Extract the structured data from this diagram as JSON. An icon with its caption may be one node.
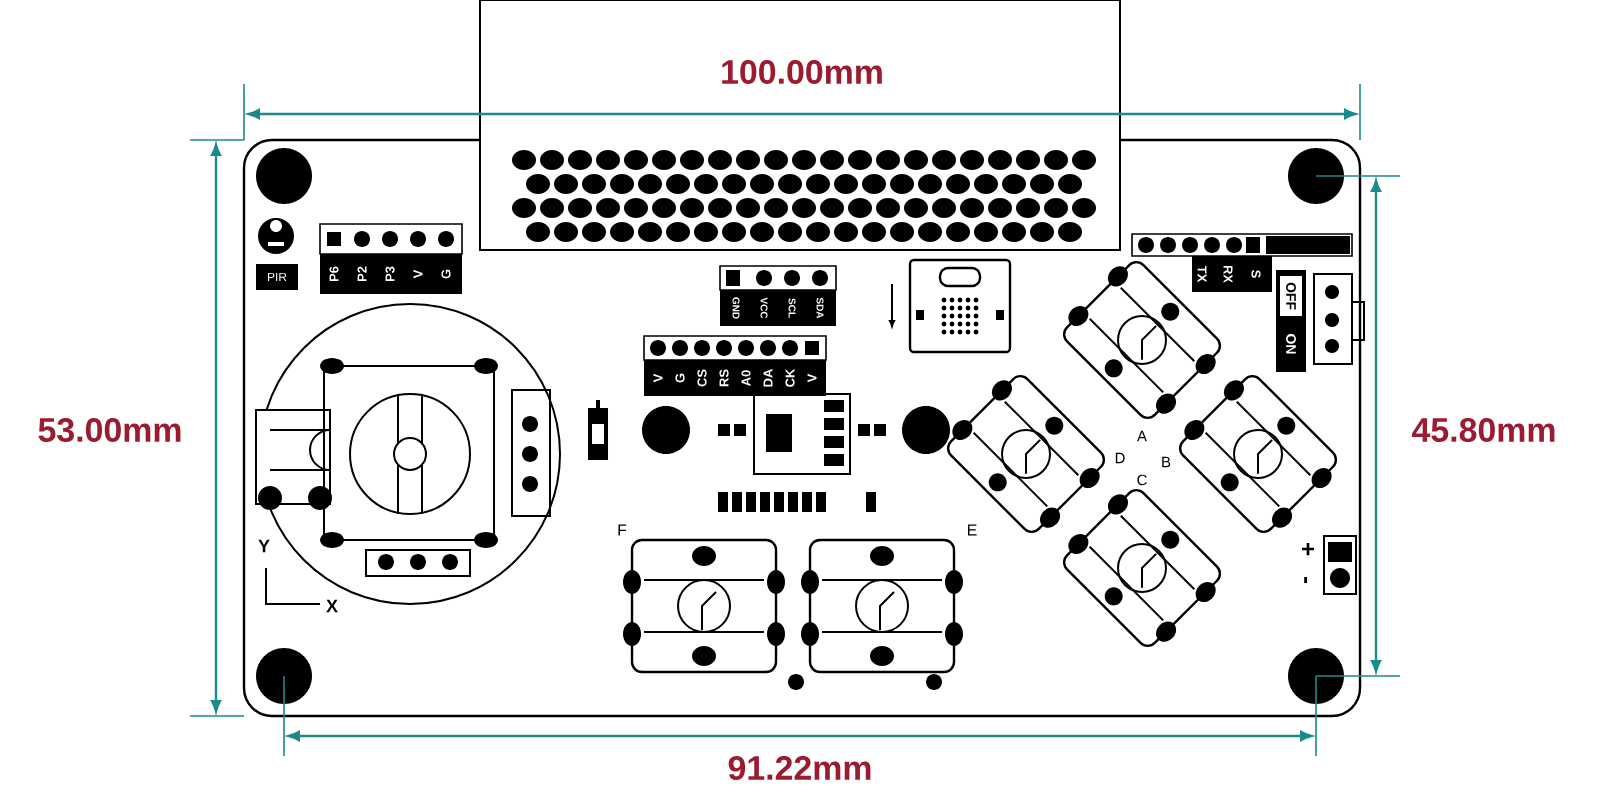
{
  "diagram": {
    "labels": [
      "100.00mm",
      "53.00mm",
      "45.80mm",
      "91.22mm",
      "PIR",
      "P6",
      "P2",
      "P3",
      "V",
      "G",
      "GND",
      "VCC",
      "SCL",
      "SDA",
      "V",
      "G",
      "CS",
      "RS",
      "A0",
      "DA",
      "CK",
      "V",
      "TX",
      "RX",
      "S",
      "OFF",
      "ON",
      "A",
      "D",
      "B",
      "C",
      "Y",
      "F",
      "E",
      "+",
      "-",
      "X"
    ]
  }
}
